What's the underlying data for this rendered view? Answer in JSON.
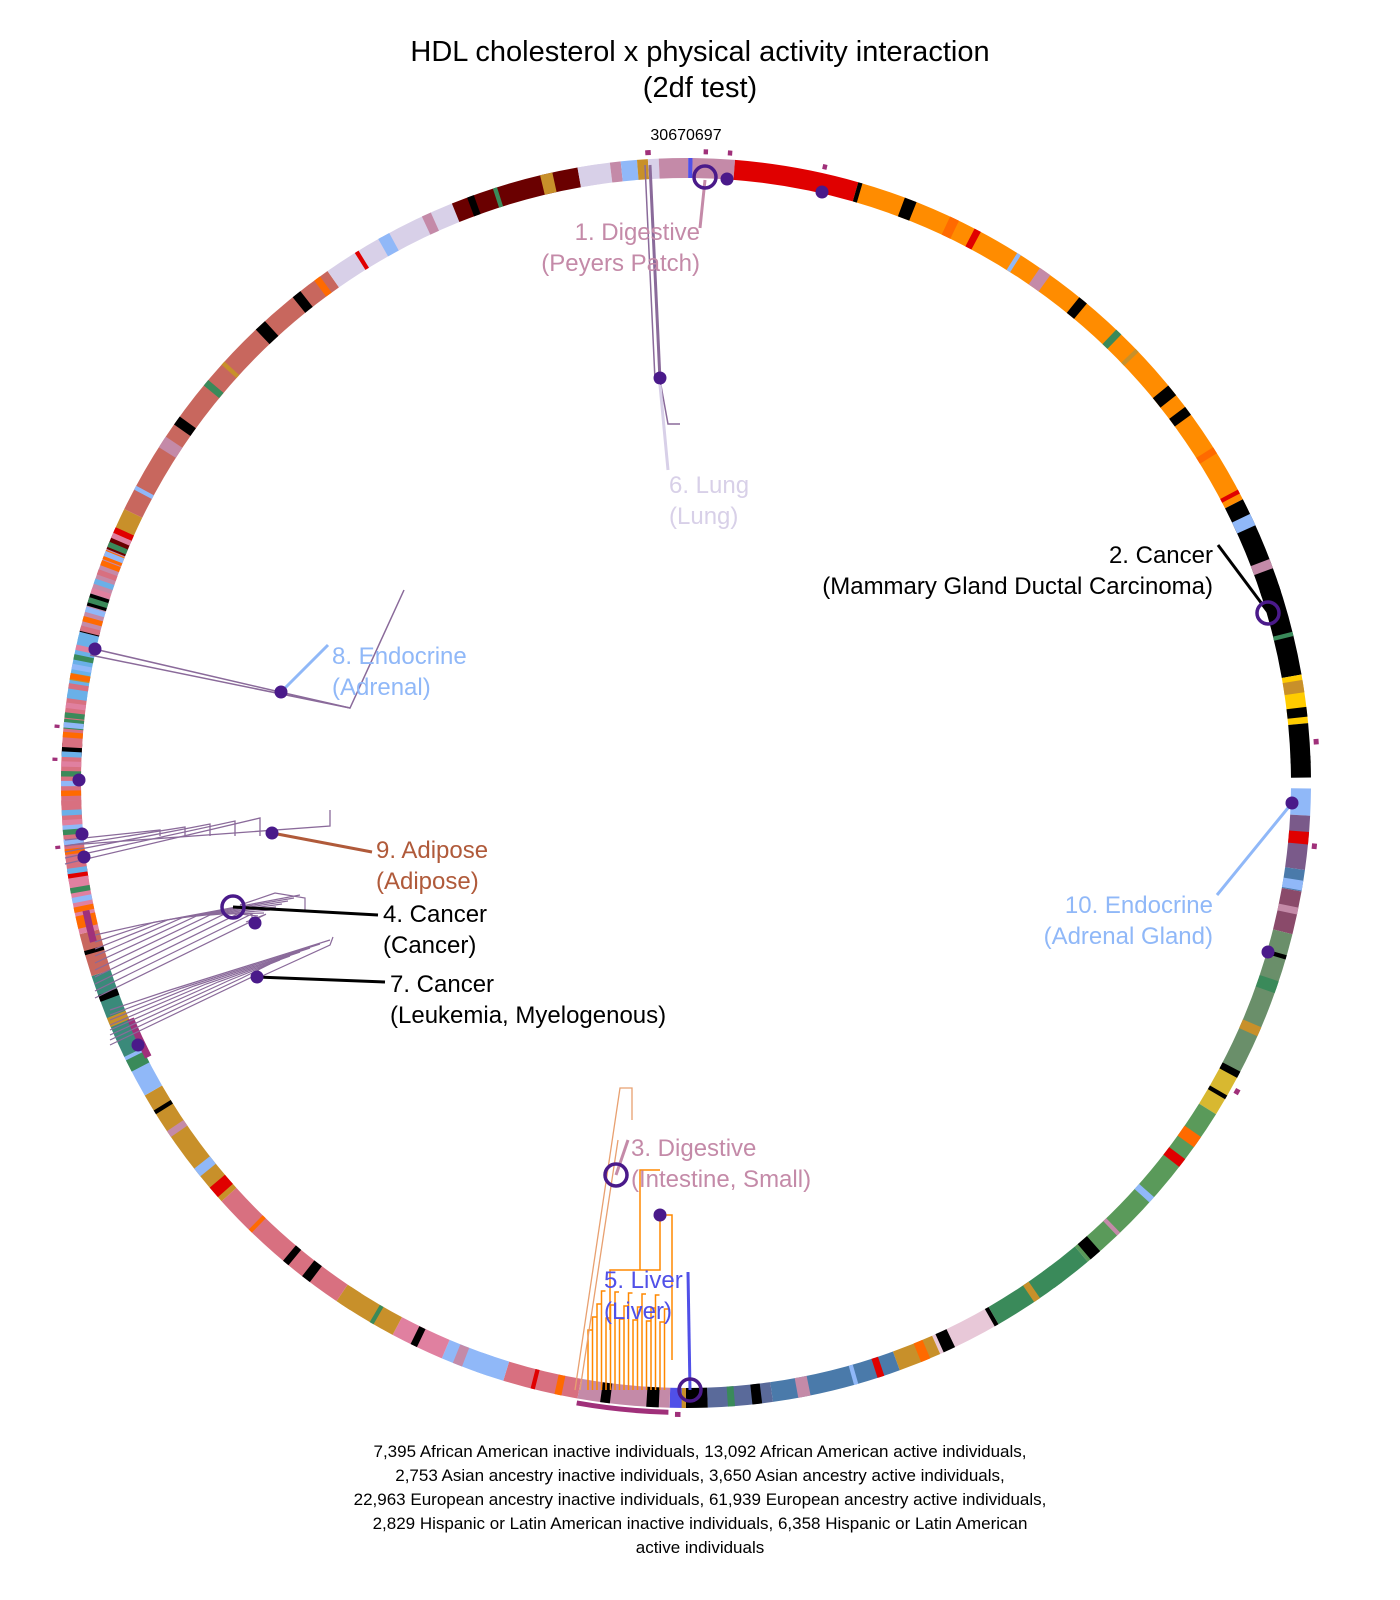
{
  "title": {
    "line1": "HDL cholesterol x physical activity interaction",
    "line2": "(2df test)"
  },
  "top_marker": "30670697",
  "annotations": [
    {
      "id": "1",
      "line1": "1. Digestive",
      "line2": "(Peyers Patch)",
      "color": "#c48aa8"
    },
    {
      "id": "2",
      "line1": "2. Cancer",
      "line2": "(Mammary Gland Ductal Carcinoma)",
      "color": "#000000"
    },
    {
      "id": "3",
      "line1": "3. Digestive",
      "line2": "(Intestine, Small)",
      "color": "#c48aa8"
    },
    {
      "id": "4",
      "line1": "4. Cancer",
      "line2": "(Cancer)",
      "color": "#000000"
    },
    {
      "id": "5",
      "line1": "5. Liver",
      "line2": "(Liver)",
      "color": "#5050e8"
    },
    {
      "id": "6",
      "line1": "6. Lung",
      "line2": "(Lung)",
      "color": "#d8d0e8"
    },
    {
      "id": "7",
      "line1": "7. Cancer",
      "line2": "(Leukemia, Myelogenous)",
      "color": "#000000"
    },
    {
      "id": "8",
      "line1": "8. Endocrine",
      "line2": "(Adrenal)",
      "color": "#90b8f8"
    },
    {
      "id": "9",
      "line1": "9. Adipose",
      "line2": "(Adipose)",
      "color": "#b05a3a"
    },
    {
      "id": "10",
      "line1": "10. Endocrine",
      "line2": "(Adrenal Gland)",
      "color": "#90b8f8"
    }
  ],
  "footer": [
    "7,395 African American inactive individuals, 13,092 African American active individuals,",
    "2,753 Asian ancestry inactive individuals, 3,650 Asian ancestry active individuals,",
    "22,963 European ancestry inactive individuals, 61,939 European ancestry active individuals,",
    "2,829 Hispanic or Latin American inactive individuals, 6,358 Hispanic or Latin American",
    "active individuals"
  ],
  "colors": {
    "point": "#4a1a8a",
    "marker": "#a0307a",
    "dendro": "#8a6a9a",
    "dendro_liver": "#ff8800"
  }
}
